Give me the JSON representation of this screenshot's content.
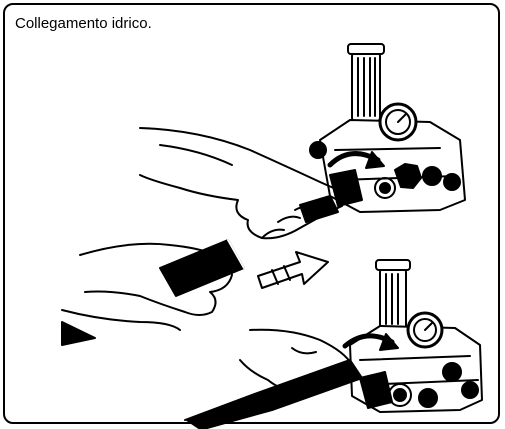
{
  "caption": "Collegamento idrico.",
  "colors": {
    "ink": "#000000",
    "paper": "#ffffff"
  },
  "illustration": {
    "top_panel": [
      "hand",
      "hand",
      "hose-coupling",
      "pump-head",
      "pressure-gauge",
      "arrow"
    ],
    "bottom_panel": [
      "hand",
      "hand",
      "hose",
      "pump-head",
      "pressure-gauge",
      "arrow"
    ]
  }
}
